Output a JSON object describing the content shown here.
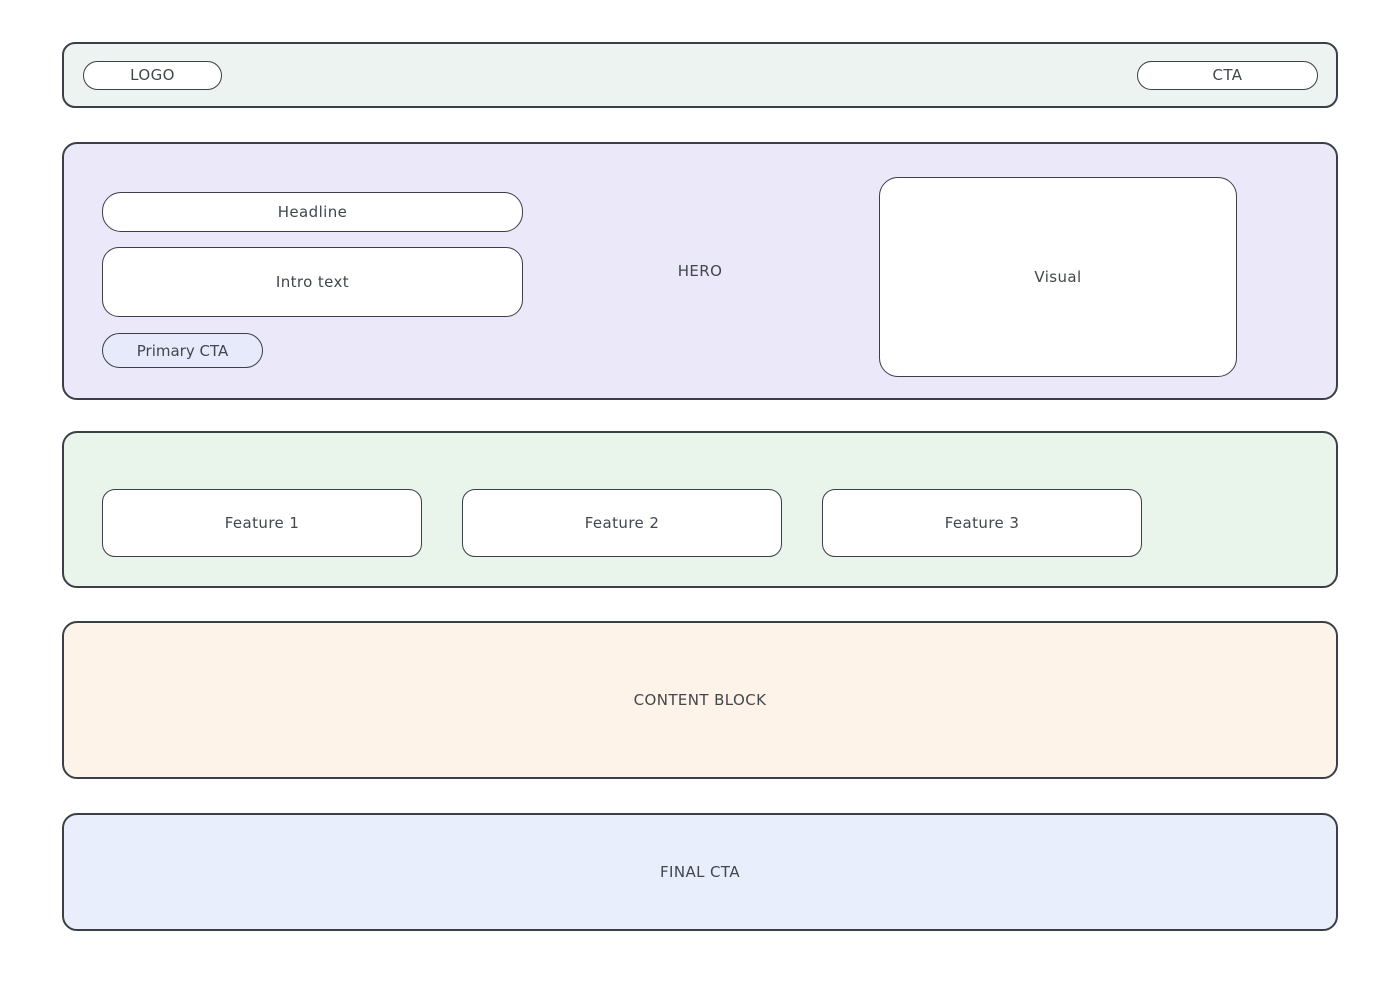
{
  "header": {
    "logo_label": "LOGO",
    "cta_label": "CTA"
  },
  "hero": {
    "section_label": "HERO",
    "headline_label": "Headline",
    "intro_label": "Intro text",
    "primary_cta_label": "Primary CTA",
    "visual_label": "Visual"
  },
  "features": {
    "items": [
      {
        "label": "Feature 1"
      },
      {
        "label": "Feature 2"
      },
      {
        "label": "Feature 3"
      }
    ]
  },
  "content_block": {
    "label": "CONTENT BLOCK"
  },
  "final_cta": {
    "label": "FINAL CTA"
  },
  "colors": {
    "page_background": "#ffffff",
    "outline": "#3a3f48",
    "text": "#42464e",
    "header_background": "#ecf3f1",
    "hero_background": "#eae8f9",
    "features_background": "#e9f4eb",
    "content_block_background": "#fdf3e8",
    "final_cta_background": "#e8eefb",
    "primary_cta_background": "#e6eafa",
    "card_background": "#ffffff"
  }
}
